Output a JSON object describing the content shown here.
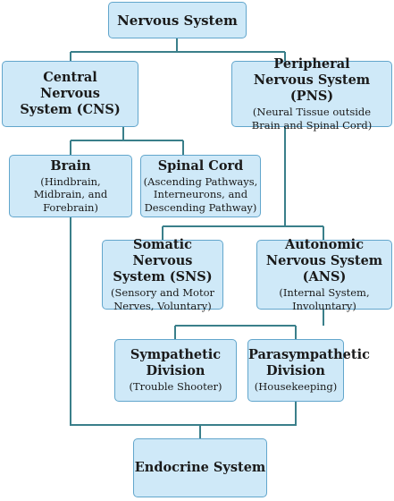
{
  "nodes": {
    "nervous_system": {
      "title": "Nervous System",
      "subtitle": ""
    },
    "cns": {
      "title": "Central Nervous System (CNS)",
      "subtitle": ""
    },
    "pns": {
      "title": "Peripheral Nervous System (PNS)",
      "subtitle": "(Neural Tissue outside Brain and Spinal Cord)"
    },
    "brain": {
      "title": "Brain",
      "subtitle": "(Hindbrain, Midbrain, and Forebrain)"
    },
    "spinal_cord": {
      "title": "Spinal Cord",
      "subtitle": "(Ascending Pathways, Interneurons, and Descending Pathway)"
    },
    "sns": {
      "title": "Somatic Nervous System (SNS)",
      "subtitle": "(Sensory and Motor Nerves, Voluntary)"
    },
    "ans": {
      "title": "Autonomic Nervous System (ANS)",
      "subtitle": "(Internal System, Involuntary)"
    },
    "sympathetic": {
      "title": "Sympathetic Division",
      "subtitle": "(Trouble Shooter)"
    },
    "parasympathetic": {
      "title": "Parasympathetic Division",
      "subtitle": "(Housekeeping)"
    },
    "endocrine": {
      "title": "Endocrine System",
      "subtitle": ""
    }
  },
  "colors": {
    "box_fill": "#cfe9f8",
    "box_border": "#62a6cc",
    "connector": "#3a7f8a"
  }
}
